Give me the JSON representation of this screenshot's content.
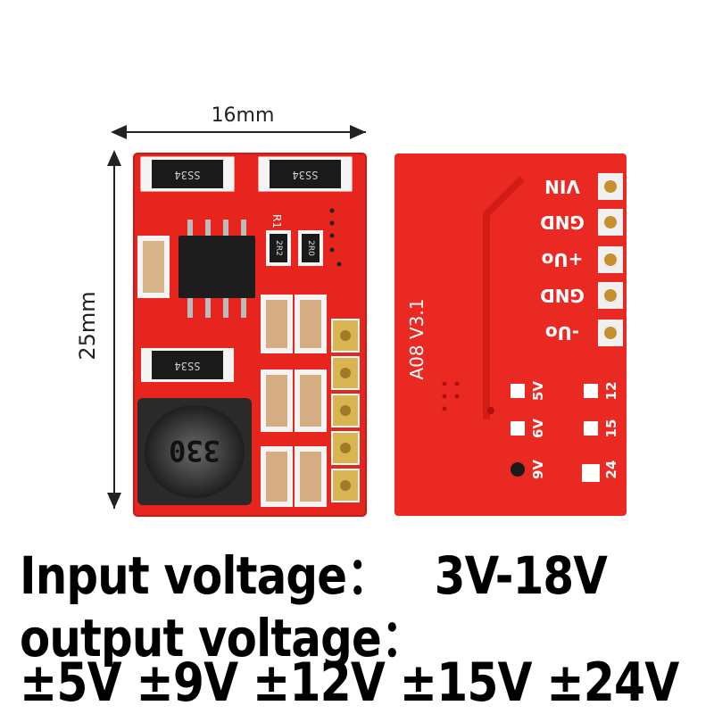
{
  "dimensions": {
    "width_label": "16mm",
    "height_label": "25mm"
  },
  "front_board": {
    "component_markings": [
      "SS34",
      "SS34",
      "SS34",
      "R1",
      "2R2",
      "2R0",
      "330"
    ],
    "colors": {
      "pcb": "#e8241f",
      "silkscreen": "#ffffff",
      "component": "#1a1a1a"
    }
  },
  "back_board": {
    "pins": [
      "VIN",
      "GND",
      "+Uo",
      "GND",
      "-Uo"
    ],
    "model": "A08 V3.1",
    "jumper_labels": [
      "5V",
      "12",
      "6V",
      "15",
      "9V",
      "24"
    ]
  },
  "caption": {
    "line1": "Input voltage：   3V-18V",
    "line2": "output voltage：",
    "line3": "±5V ±9V ±12V ±15V ±24V"
  }
}
